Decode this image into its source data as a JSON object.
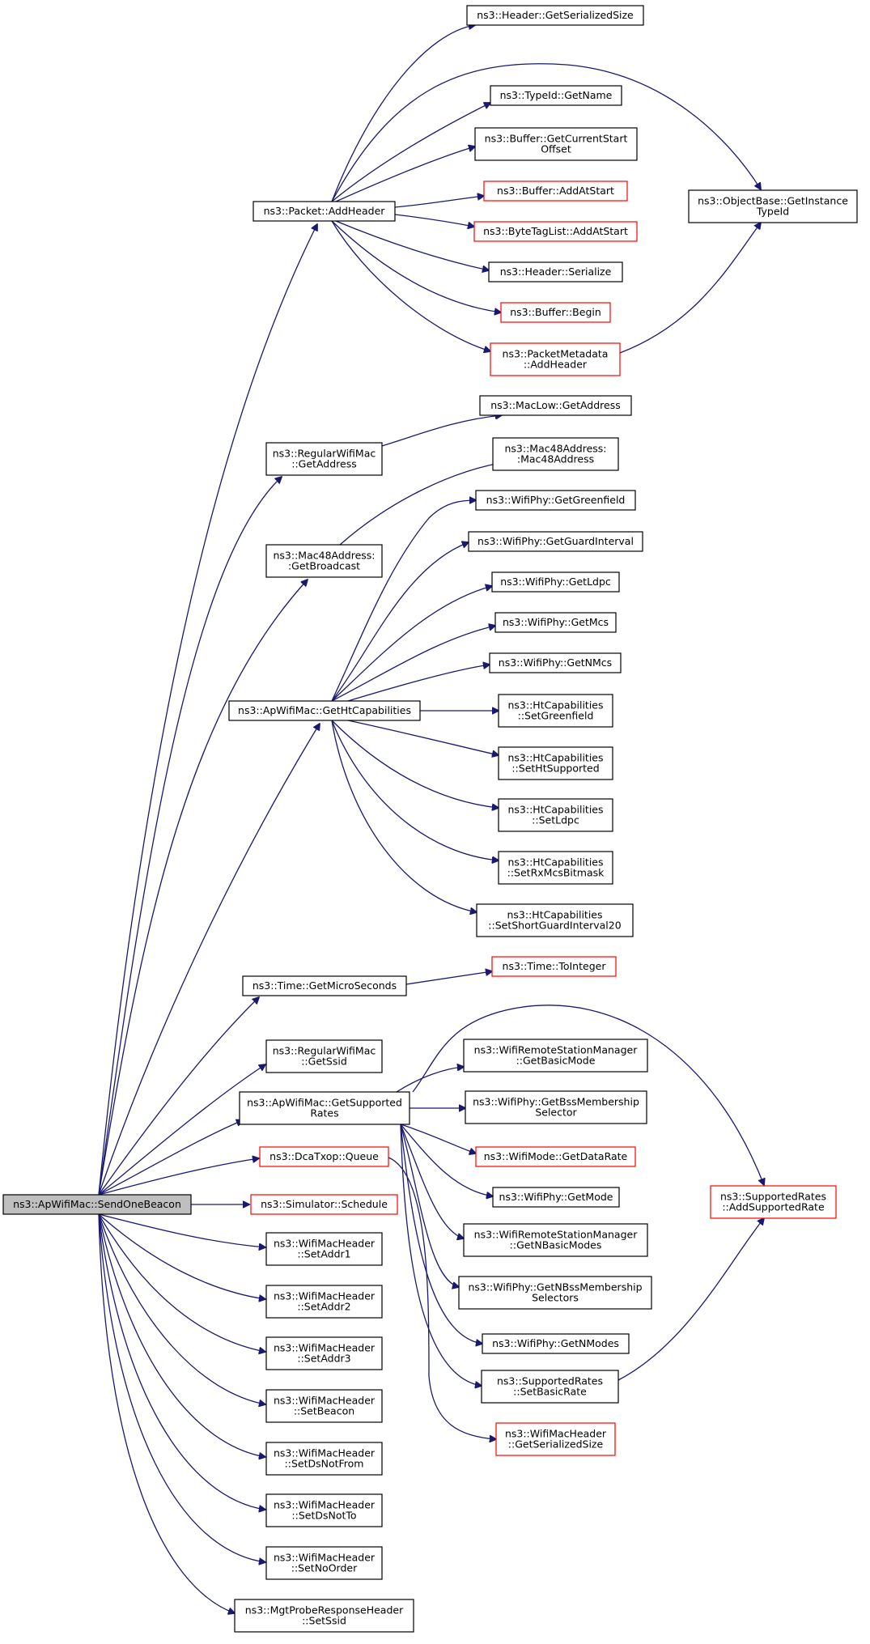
{
  "diagram": {
    "type": "call-graph",
    "colors": {
      "edge": "#191970",
      "box_border": "#000000",
      "box_border_undocumented": "#ff0000",
      "root_fill": "#bfbfbf"
    },
    "nodes": [
      {
        "id": "root",
        "lines": [
          "ns3::ApWifiMac::SendOneBeacon"
        ],
        "style": "root"
      },
      {
        "id": "pkt_addheader",
        "lines": [
          "ns3::Packet::AddHeader"
        ]
      },
      {
        "id": "hdr_getsersize",
        "lines": [
          "ns3::Header::GetSerializedSize"
        ]
      },
      {
        "id": "typeid_getname",
        "lines": [
          "ns3::TypeId::GetName"
        ]
      },
      {
        "id": "buf_getcurstart",
        "lines": [
          "ns3::Buffer::GetCurrentStart",
          "Offset"
        ]
      },
      {
        "id": "buf_addatstart",
        "lines": [
          "ns3::Buffer::AddAtStart"
        ],
        "style": "red"
      },
      {
        "id": "btl_addatstart",
        "lines": [
          "ns3::ByteTagList::AddAtStart"
        ],
        "style": "red"
      },
      {
        "id": "hdr_serialize",
        "lines": [
          "ns3::Header::Serialize"
        ]
      },
      {
        "id": "buf_begin",
        "lines": [
          "ns3::Buffer::Begin"
        ],
        "style": "red"
      },
      {
        "id": "pm_addheader",
        "lines": [
          "ns3::PacketMetadata",
          "::AddHeader"
        ],
        "style": "red"
      },
      {
        "id": "ob_getinstance",
        "lines": [
          "ns3::ObjectBase::GetInstance",
          "TypeId"
        ]
      },
      {
        "id": "rwm_getaddress",
        "lines": [
          "ns3::RegularWifiMac",
          "::GetAddress"
        ]
      },
      {
        "id": "maclow_getaddress",
        "lines": [
          "ns3::MacLow::GetAddress"
        ]
      },
      {
        "id": "mac48_getbroadcast",
        "lines": [
          "ns3::Mac48Address:",
          ":GetBroadcast"
        ]
      },
      {
        "id": "mac48_ctor",
        "lines": [
          "ns3::Mac48Address:",
          ":Mac48Address"
        ]
      },
      {
        "id": "apwm_getht",
        "lines": [
          "ns3::ApWifiMac::GetHtCapabilities"
        ]
      },
      {
        "id": "phy_greenfield",
        "lines": [
          "ns3::WifiPhy::GetGreenfield"
        ]
      },
      {
        "id": "phy_guardint",
        "lines": [
          "ns3::WifiPhy::GetGuardInterval"
        ]
      },
      {
        "id": "phy_ldpc",
        "lines": [
          "ns3::WifiPhy::GetLdpc"
        ]
      },
      {
        "id": "phy_mcs",
        "lines": [
          "ns3::WifiPhy::GetMcs"
        ]
      },
      {
        "id": "phy_nmcs",
        "lines": [
          "ns3::WifiPhy::GetNMcs"
        ]
      },
      {
        "id": "htc_setgreenfield",
        "lines": [
          "ns3::HtCapabilities",
          "::SetGreenfield"
        ]
      },
      {
        "id": "htc_sethtsupported",
        "lines": [
          "ns3::HtCapabilities",
          "::SetHtSupported"
        ]
      },
      {
        "id": "htc_setldpc",
        "lines": [
          "ns3::HtCapabilities",
          "::SetLdpc"
        ]
      },
      {
        "id": "htc_setrxmcs",
        "lines": [
          "ns3::HtCapabilities",
          "::SetRxMcsBitmask"
        ]
      },
      {
        "id": "htc_setsgi20",
        "lines": [
          "ns3::HtCapabilities",
          "::SetShortGuardInterval20"
        ]
      },
      {
        "id": "time_getmicro",
        "lines": [
          "ns3::Time::GetMicroSeconds"
        ]
      },
      {
        "id": "time_tointeger",
        "lines": [
          "ns3::Time::ToInteger"
        ],
        "style": "red"
      },
      {
        "id": "rwm_getssid",
        "lines": [
          "ns3::RegularWifiMac",
          "::GetSsid"
        ]
      },
      {
        "id": "apwm_getsuprates",
        "lines": [
          "ns3::ApWifiMac::GetSupported",
          "Rates"
        ]
      },
      {
        "id": "wrsm_getbasicmode",
        "lines": [
          "ns3::WifiRemoteStationManager",
          "::GetBasicMode"
        ]
      },
      {
        "id": "phy_getbssmemsel",
        "lines": [
          "ns3::WifiPhy::GetBssMembership",
          "Selector"
        ]
      },
      {
        "id": "wmode_getdatarate",
        "lines": [
          "ns3::WifiMode::GetDataRate"
        ],
        "style": "red"
      },
      {
        "id": "phy_getmode",
        "lines": [
          "ns3::WifiPhy::GetMode"
        ]
      },
      {
        "id": "wrsm_getnbasic",
        "lines": [
          "ns3::WifiRemoteStationManager",
          "::GetNBasicModes"
        ]
      },
      {
        "id": "phy_getnbssmemsel",
        "lines": [
          "ns3::WifiPhy::GetNBssMembership",
          "Selectors"
        ]
      },
      {
        "id": "phy_getnmodes",
        "lines": [
          "ns3::WifiPhy::GetNModes"
        ]
      },
      {
        "id": "sr_setbasicrate",
        "lines": [
          "ns3::SupportedRates",
          "::SetBasicRate"
        ]
      },
      {
        "id": "wmh_getsersize",
        "lines": [
          "ns3::WifiMacHeader",
          "::GetSerializedSize"
        ],
        "style": "red"
      },
      {
        "id": "sr_addsupported",
        "lines": [
          "ns3::SupportedRates",
          "::AddSupportedRate"
        ],
        "style": "red"
      },
      {
        "id": "dca_queue",
        "lines": [
          "ns3::DcaTxop::Queue"
        ],
        "style": "red"
      },
      {
        "id": "sim_schedule",
        "lines": [
          "ns3::Simulator::Schedule"
        ],
        "style": "red"
      },
      {
        "id": "wmh_setaddr1",
        "lines": [
          "ns3::WifiMacHeader",
          "::SetAddr1"
        ]
      },
      {
        "id": "wmh_setaddr2",
        "lines": [
          "ns3::WifiMacHeader",
          "::SetAddr2"
        ]
      },
      {
        "id": "wmh_setaddr3",
        "lines": [
          "ns3::WifiMacHeader",
          "::SetAddr3"
        ]
      },
      {
        "id": "wmh_setbeacon",
        "lines": [
          "ns3::WifiMacHeader",
          "::SetBeacon"
        ]
      },
      {
        "id": "wmh_setdsnotfrom",
        "lines": [
          "ns3::WifiMacHeader",
          "::SetDsNotFrom"
        ]
      },
      {
        "id": "wmh_setdsnotto",
        "lines": [
          "ns3::WifiMacHeader",
          "::SetDsNotTo"
        ]
      },
      {
        "id": "wmh_setnoorder",
        "lines": [
          "ns3::WifiMacHeader",
          "::SetNoOrder"
        ]
      },
      {
        "id": "mgt_setssid",
        "lines": [
          "ns3::MgtProbeResponseHeader",
          "::SetSsid"
        ]
      }
    ],
    "edges": [
      [
        "root",
        "pkt_addheader"
      ],
      [
        "root",
        "rwm_getaddress"
      ],
      [
        "root",
        "mac48_getbroadcast"
      ],
      [
        "root",
        "apwm_getht"
      ],
      [
        "root",
        "time_getmicro"
      ],
      [
        "root",
        "rwm_getssid"
      ],
      [
        "root",
        "apwm_getsuprates"
      ],
      [
        "root",
        "dca_queue"
      ],
      [
        "root",
        "sim_schedule"
      ],
      [
        "root",
        "wmh_setaddr1"
      ],
      [
        "root",
        "wmh_setaddr2"
      ],
      [
        "root",
        "wmh_setaddr3"
      ],
      [
        "root",
        "wmh_setbeacon"
      ],
      [
        "root",
        "wmh_setdsnotfrom"
      ],
      [
        "root",
        "wmh_setdsnotto"
      ],
      [
        "root",
        "wmh_setnoorder"
      ],
      [
        "root",
        "mgt_setssid"
      ],
      [
        "pkt_addheader",
        "hdr_getsersize"
      ],
      [
        "pkt_addheader",
        "ob_getinstance"
      ],
      [
        "pkt_addheader",
        "typeid_getname"
      ],
      [
        "pkt_addheader",
        "buf_getcurstart"
      ],
      [
        "pkt_addheader",
        "buf_addatstart"
      ],
      [
        "pkt_addheader",
        "btl_addatstart"
      ],
      [
        "pkt_addheader",
        "hdr_serialize"
      ],
      [
        "pkt_addheader",
        "buf_begin"
      ],
      [
        "pkt_addheader",
        "pm_addheader"
      ],
      [
        "pm_addheader",
        "ob_getinstance"
      ],
      [
        "rwm_getaddress",
        "maclow_getaddress"
      ],
      [
        "mac48_getbroadcast",
        "mac48_ctor"
      ],
      [
        "apwm_getht",
        "phy_greenfield"
      ],
      [
        "apwm_getht",
        "phy_guardint"
      ],
      [
        "apwm_getht",
        "phy_ldpc"
      ],
      [
        "apwm_getht",
        "phy_mcs"
      ],
      [
        "apwm_getht",
        "phy_nmcs"
      ],
      [
        "apwm_getht",
        "htc_setgreenfield"
      ],
      [
        "apwm_getht",
        "htc_sethtsupported"
      ],
      [
        "apwm_getht",
        "htc_setldpc"
      ],
      [
        "apwm_getht",
        "htc_setrxmcs"
      ],
      [
        "apwm_getht",
        "htc_setsgi20"
      ],
      [
        "time_getmicro",
        "time_tointeger"
      ],
      [
        "apwm_getsuprates",
        "sr_addsupported"
      ],
      [
        "apwm_getsuprates",
        "wrsm_getbasicmode"
      ],
      [
        "apwm_getsuprates",
        "phy_getbssmemsel"
      ],
      [
        "apwm_getsuprates",
        "wmode_getdatarate"
      ],
      [
        "apwm_getsuprates",
        "phy_getmode"
      ],
      [
        "apwm_getsuprates",
        "wrsm_getnbasic"
      ],
      [
        "apwm_getsuprates",
        "phy_getnbssmemsel"
      ],
      [
        "apwm_getsuprates",
        "phy_getnmodes"
      ],
      [
        "apwm_getsuprates",
        "sr_setbasicrate"
      ],
      [
        "sr_setbasicrate",
        "sr_addsupported"
      ],
      [
        "dca_queue",
        "wmh_getsersize"
      ]
    ]
  }
}
